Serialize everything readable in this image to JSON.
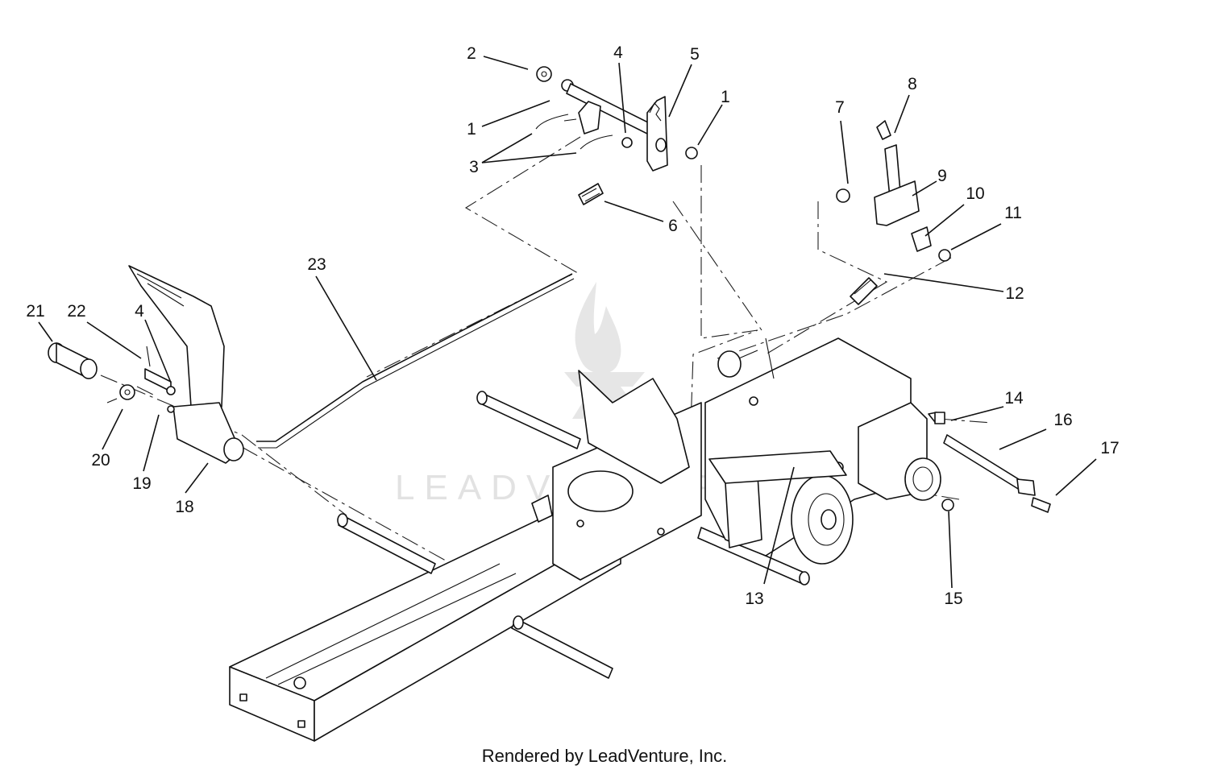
{
  "diagram": {
    "labels": [
      "1",
      "2",
      "3",
      "4",
      "5",
      "6",
      "7",
      "8",
      "9",
      "10",
      "11",
      "12",
      "13",
      "14",
      "15",
      "16",
      "17",
      "18",
      "19",
      "20",
      "21",
      "22",
      "23"
    ]
  },
  "watermark": {
    "text": "LEADVENTURE"
  },
  "footer": {
    "text": "Rendered by LeadVenture, Inc."
  }
}
